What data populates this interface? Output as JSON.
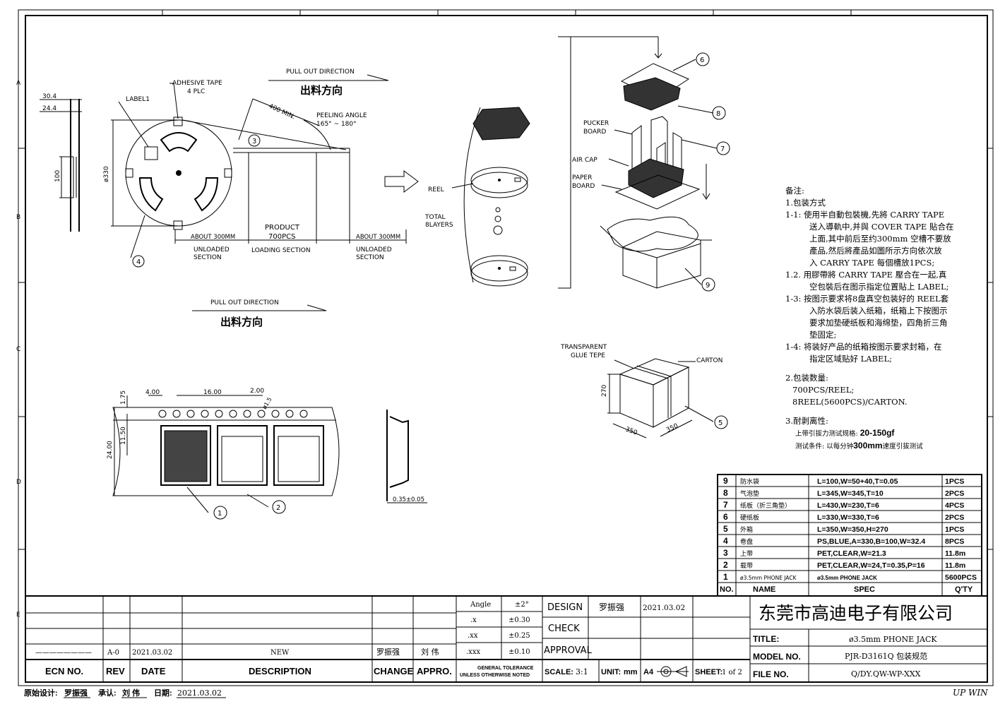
{
  "drawing": {
    "col_marks": [],
    "row_marks": [
      "A",
      "B",
      "C",
      "D",
      "E"
    ],
    "reel_labels": {
      "adhesive_tape": "ADHESIVE TAPE",
      "adhesive_tape_qty": "4 PLC",
      "label1": "LABEL1",
      "dim_30_4": "30.4",
      "dim_24_4": "24.4",
      "dim_100": "100",
      "dim_330": "ø330",
      "pull_out_top": "PULL OUT DIRECTION",
      "pull_out_top_cn": "出料方向",
      "min_400": "400 MIN.",
      "peeling_angle": "PEELING ANGLE",
      "peeling_range": "165° ~ 180°",
      "about_left": "ABOUT 300MM",
      "unloaded_left_1": "UNLOADED",
      "unloaded_left_2": "SECTION",
      "product": "PRODUCT",
      "product_qty": "700PCS",
      "loading": "LOADING SECTION",
      "about_right": "ABOUT 300MM",
      "unloaded_right_1": "UNLOADED",
      "unloaded_right_2": "SECTION",
      "pull_out_bottom": "PULL OUT DIRECTION",
      "pull_out_bottom_cn": "出料方向"
    },
    "callouts": [
      "1",
      "2",
      "3",
      "4",
      "5",
      "6",
      "7",
      "8",
      "9"
    ],
    "stack_labels": {
      "reel": "REEL",
      "total_1": "TOTAL",
      "total_2": "8LAYERS",
      "pucker_1": "PUCKER",
      "pucker_2": "BOARD",
      "air_cap": "AIR CAP",
      "paper_1": "PAPER",
      "paper_2": "BOARD"
    },
    "carton_labels": {
      "glue_1": "TRANSPARENT",
      "glue_2": "GLUE TEPE",
      "carton": "CARTON",
      "h": "270",
      "w1": "350",
      "w2": "350"
    },
    "tape_dims": {
      "d175": "1.75",
      "d400": "4.00",
      "d1600": "16.00",
      "d200": "2.00",
      "d15": "ø1.5",
      "d1150": "11.50",
      "d2400": "24.00",
      "d035": "0.35±0.05"
    }
  },
  "notes": {
    "title": "备注:",
    "s1": "1.包装方式",
    "l1": [
      "1-1: 使用半自動包裝機,先將 CARRY TAPE",
      "送入導軌中,并與 COVER TAPE 貼合在",
      "上面,其中前后至约300mm 空槽不要放",
      "產品,然后將產品如圖所示方向依次放",
      "入 CARRY TAPE 每個槽放1PCS;"
    ],
    "l2": [
      "1.2. 用膠帶將 CARRY TAPE 壓合在一起,真",
      "空包裝后在图示指定位置貼上 LABEL;"
    ],
    "l3": [
      "1-3: 按图示要求将8盘真空包装好的 REEL套",
      "入防水袋后装入纸箱，纸箱上下按图示",
      "要求加垫硬纸板和海绵垫，四角折三角",
      "垫固定;"
    ],
    "l4": [
      "1-4: 将装好产品的纸箱按图示要求封箱，在",
      "指定区域贴好 LABEL;"
    ],
    "s2": "2.包装数量:",
    "q1": "700PCS/REEL;",
    "q2": "8REEL(5600PCS)/CARTON.",
    "s3": "3.耐剥离性:",
    "p1a": "上带引拔力测试规格: ",
    "p1b": "20-150gf",
    "p2a": "测试条件: 以每分钟",
    "p2b": "300mm",
    "p2c": "速度引拔测试"
  },
  "bom": {
    "headers": [
      "NO.",
      "NAME",
      "SPEC",
      "Q'TY"
    ],
    "rows": [
      [
        "9",
        "防水袋",
        "L=100,W=50+40,T=0.05",
        "1PCS"
      ],
      [
        "8",
        "气泡垫",
        "L=345,W=345,T=10",
        "2PCS"
      ],
      [
        "7",
        "纸板（折三角垫）",
        "L=430,W=230,T=6",
        "4PCS"
      ],
      [
        "6",
        "硬纸板",
        "L=330,W=330,T=6",
        "2PCS"
      ],
      [
        "5",
        "外箱",
        "L=350,W=350,H=270",
        "1PCS"
      ],
      [
        "4",
        "卷盘",
        "PS,BLUE,A=330,B=100,W=32.4",
        "8PCS"
      ],
      [
        "3",
        "上带",
        "PET,CLEAR,W=21.3",
        "11.8m"
      ],
      [
        "2",
        "载带",
        "PET,CLEAR,W=24,T=0.35,P=16",
        "11.8m"
      ],
      [
        "1",
        "ø3.5mm PHONE JACK",
        "ø3.5mm PHONE JACK",
        "5600PCS"
      ]
    ]
  },
  "titleblock": {
    "rev_row": {
      "line": "————————",
      "rev": "A-0",
      "date": "2021.03.02",
      "desc": "NEW",
      "change": "罗振强",
      "appro": "刘 伟"
    },
    "headers": {
      "ecn": "ECN NO.",
      "rev": "REV",
      "date": "DATE",
      "desc": "DESCRIPTION",
      "change": "CHANGE",
      "appro": "APPRO."
    },
    "tolerance": [
      [
        "Angle",
        "±2°"
      ],
      [
        ".x",
        "±0.30"
      ],
      [
        ".xx",
        "±0.25"
      ],
      [
        ".xxx",
        "±0.10"
      ]
    ],
    "tol_note_1": "GENERAL TOLERANCE",
    "tol_note_2": "UNLESS OTHERWISE NOTED",
    "design": "DESIGN",
    "design_by": "罗振强",
    "design_date": "2021.03.02",
    "check": "CHECK",
    "approval": "APPROVAL",
    "scale_label": "SCALE:",
    "scale": "3:1",
    "unit_label": "UNIT:",
    "unit": "mm",
    "paper": "A4",
    "sheet_label": "SHEET:",
    "sheet": "1 of 2",
    "company": "东莞市高迪电子有限公司",
    "title_label": "TITLE:",
    "title": "ø3.5mm PHONE JACK",
    "model_label": "MODEL NO.",
    "model": "PJR-D3161Q 包装规范",
    "file_label": "FILE NO.",
    "file": "Q/DY.QW-WP-XXX"
  },
  "footer": {
    "design_label": "原始设计:",
    "designer": "罗振强",
    "approve_label": "承认:",
    "approver": "刘 伟",
    "date_label": "日期:",
    "date": "2021.03.02",
    "brand": "UP WIN"
  }
}
